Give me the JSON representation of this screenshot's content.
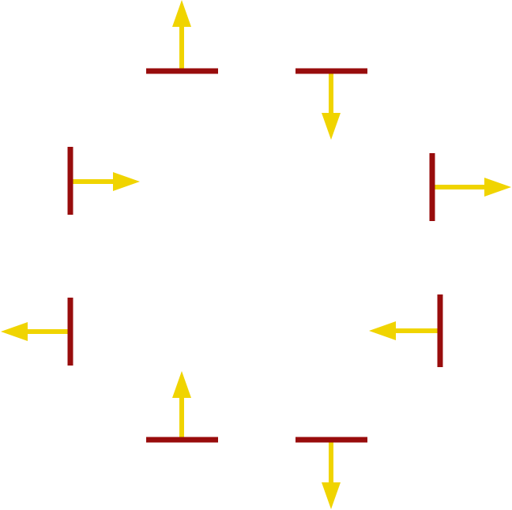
{
  "colors": {
    "bar": "#980c0c",
    "arrow": "#f0d400",
    "background": "#ffffff"
  },
  "markers": [
    {
      "id": "top-left",
      "bar_orientation": "horizontal",
      "arrow_direction": "up"
    },
    {
      "id": "top-right",
      "bar_orientation": "horizontal",
      "arrow_direction": "down"
    },
    {
      "id": "upper-left",
      "bar_orientation": "vertical",
      "arrow_direction": "right"
    },
    {
      "id": "upper-right",
      "bar_orientation": "vertical",
      "arrow_direction": "right"
    },
    {
      "id": "lower-left",
      "bar_orientation": "vertical",
      "arrow_direction": "left"
    },
    {
      "id": "lower-right",
      "bar_orientation": "vertical",
      "arrow_direction": "left"
    },
    {
      "id": "bottom-left",
      "bar_orientation": "horizontal",
      "arrow_direction": "up"
    },
    {
      "id": "bottom-right",
      "bar_orientation": "horizontal",
      "arrow_direction": "down"
    }
  ]
}
